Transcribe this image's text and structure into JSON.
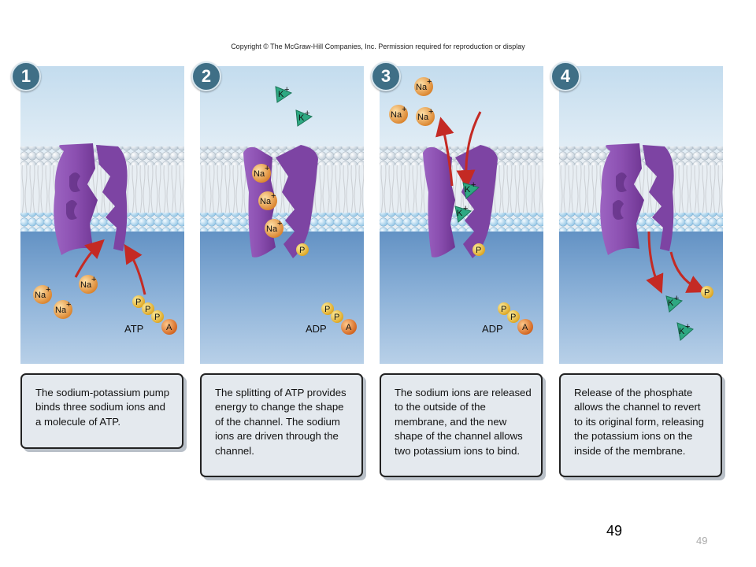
{
  "copyright": "Copyright © The McGraw-Hill Companies, Inc. Permission required for reproduction or display",
  "labels": {
    "na": "Na",
    "k": "K",
    "plus": "+",
    "p": "P",
    "a": "A",
    "atp": "ATP",
    "adp": "ADP"
  },
  "panels": [
    {
      "number": "1",
      "caption": "The sodium-potassium pump binds three sodium ions and a molecule of ATP."
    },
    {
      "number": "2",
      "caption": "The splitting of ATP provides energy to change the shape of the channel. The sodium ions are driven through the channel."
    },
    {
      "number": "3",
      "caption": "The sodium ions are released to the outside of the membrane, and the new shape of the channel allows two potassium ions to bind."
    },
    {
      "number": "4",
      "caption": "Release of the phosphate allows the channel to revert to its original form, releasing the potassium ions on the inside of the membrane."
    }
  ],
  "page_number": "49",
  "page_number_faint": "49",
  "colors": {
    "protein": "#8a4fae",
    "sodium": "#e0922f",
    "potassium": "#2ea882",
    "arrow": "#c42a24",
    "badge": "#3f6f86"
  }
}
